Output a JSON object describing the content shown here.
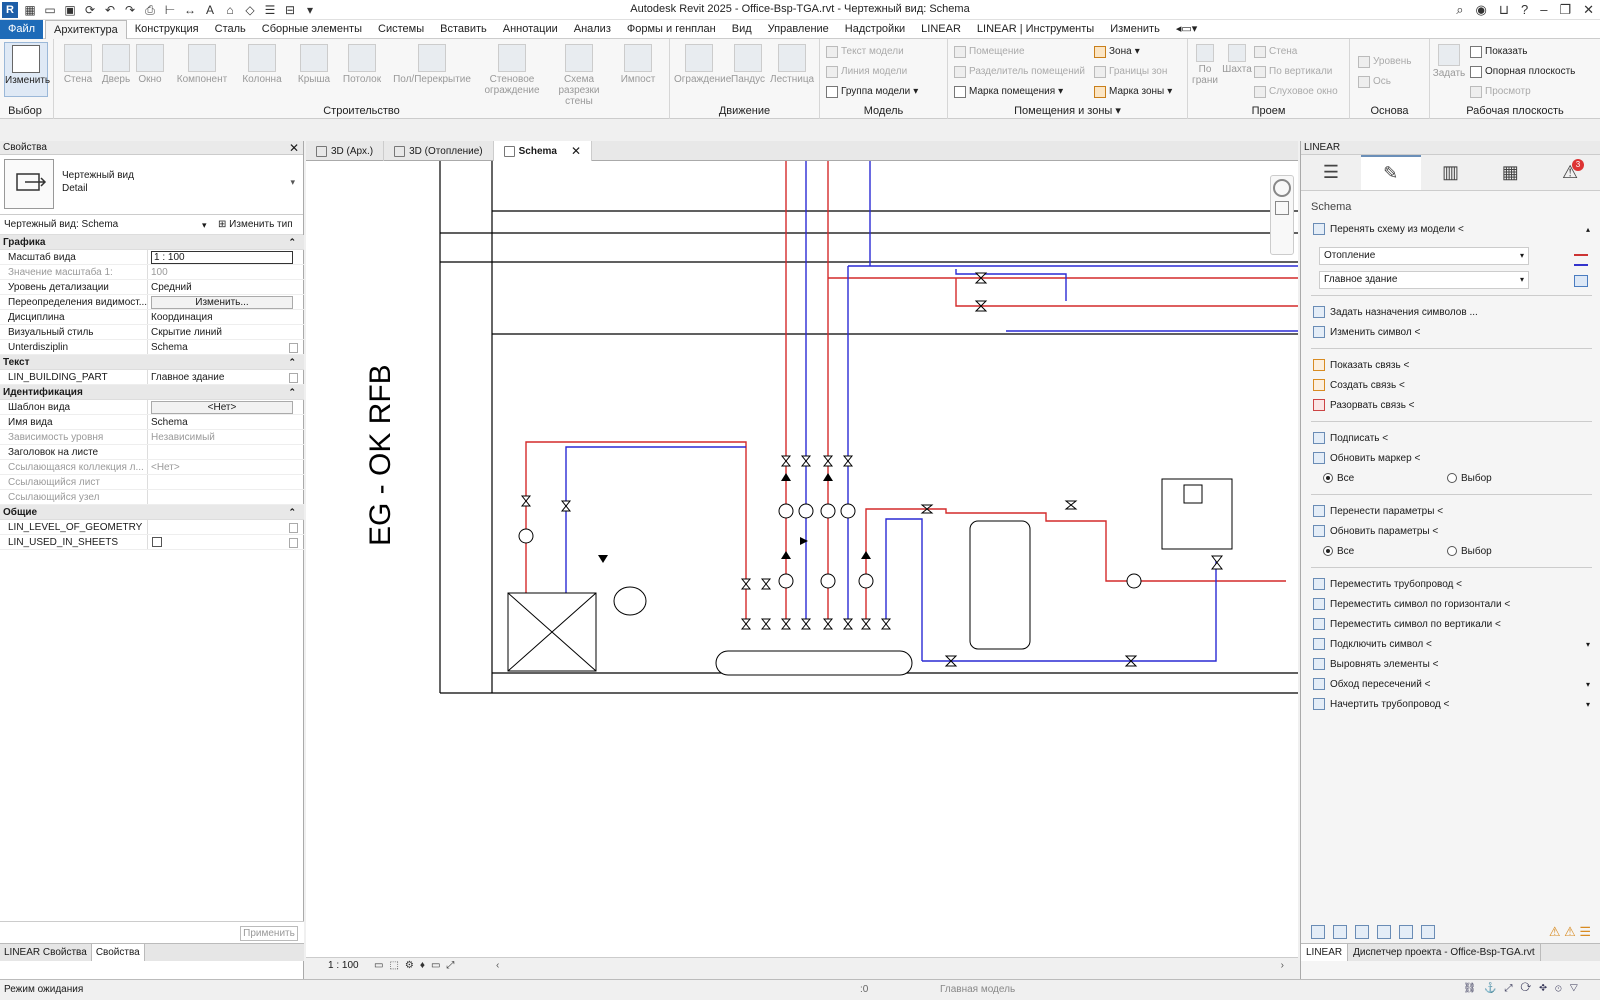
{
  "window": {
    "title": "Autodesk Revit 2025 - Office-Bsp-TGA.rvt - Чертежный вид: Schema",
    "app_letter": "R"
  },
  "menu": {
    "file": "Файл",
    "tabs": [
      "Архитектура",
      "Конструкция",
      "Сталь",
      "Сборные элементы",
      "Системы",
      "Вставить",
      "Аннотации",
      "Анализ",
      "Формы и генплан",
      "Вид",
      "Управление",
      "Надстройки",
      "LINEAR",
      "LINEAR | Инструменты",
      "Изменить"
    ]
  },
  "ribbon": {
    "select": {
      "button": "Изменить",
      "label": "Выбор"
    },
    "build": {
      "label": "Строительство",
      "buttons": [
        "Стена",
        "Дверь",
        "Окно",
        "Компонент",
        "Колонна",
        "Крыша",
        "Потолок",
        "Пол/Перекрытие",
        "Стеновое ограждение",
        "Схема разрезки стены",
        "Импост"
      ]
    },
    "circulation": {
      "label": "Движение",
      "buttons": [
        "Ограждение",
        "Пандус",
        "Лестница"
      ]
    },
    "model": {
      "label": "Модель",
      "buttons": [
        "Текст модели",
        "Линия модели",
        "Группа модели"
      ]
    },
    "rooms": {
      "label": "Помещения и зоны",
      "buttons": [
        "Помещение",
        "Разделитель помещений",
        "Марка помещения",
        "Зона",
        "Границы зон",
        "Марка зоны"
      ]
    },
    "opening": {
      "label": "Проем",
      "buttons": [
        "По грани",
        "Шахта",
        "Стена",
        "По вертикали",
        "Слуховое окно"
      ]
    },
    "datum": {
      "label": "Основа",
      "buttons": [
        "Уровень",
        "Ось"
      ]
    },
    "workplane": {
      "label": "Рабочая плоскость",
      "buttons": [
        "Задать",
        "Показать",
        "Опорная плоскость",
        "Просмотр"
      ]
    }
  },
  "properties": {
    "header": "Свойства",
    "type_line1": "Чертежный вид",
    "type_line2": "Detail",
    "instance": "Чертежный вид: Schema",
    "edit_type": "Изменить тип",
    "categories": [
      {
        "name": "Графика",
        "rows": [
          {
            "k": "Масштаб вида",
            "v": "1 : 100",
            "style": "box"
          },
          {
            "k": "Значение масштаба    1:",
            "v": "100",
            "dis": true
          },
          {
            "k": "Уровень детализации",
            "v": "Средний"
          },
          {
            "k": "Переопределения видимост...",
            "v": "Изменить...",
            "style": "btn"
          },
          {
            "k": "Дисциплина",
            "v": "Координация"
          },
          {
            "k": "Визуальный стиль",
            "v": "Скрытие линий"
          },
          {
            "k": "Unterdisziplin",
            "v": "Schema",
            "cb": true
          }
        ]
      },
      {
        "name": "Текст",
        "rows": [
          {
            "k": "LIN_BUILDING_PART",
            "v": "Главное здание",
            "cb": true
          }
        ]
      },
      {
        "name": "Идентификация",
        "rows": [
          {
            "k": "Шаблон вида",
            "v": "<Нет>",
            "style": "btn"
          },
          {
            "k": "Имя вида",
            "v": "Schema"
          },
          {
            "k": "Зависимость уровня",
            "v": "Независимый",
            "dis": true
          },
          {
            "k": "Заголовок на листе",
            "v": ""
          },
          {
            "k": "Ссылающаяся коллекция л...",
            "v": "<Нет>",
            "dis": true
          },
          {
            "k": "Ссылающийся лист",
            "v": "",
            "dis": true
          },
          {
            "k": "Ссылающийся узел",
            "v": "",
            "dis": true
          }
        ]
      },
      {
        "name": "Общие",
        "rows": [
          {
            "k": "LIN_LEVEL_OF_GEOMETRY",
            "v": "",
            "cb": true
          },
          {
            "k": "LIN_USED_IN_SHEETS",
            "v": "",
            "checkbox": true,
            "cb": true
          }
        ]
      }
    ],
    "apply": "Применить",
    "tabs": [
      "LINEAR Свойства",
      "Свойства"
    ]
  },
  "view_tabs": [
    {
      "label": "3D (Арх.)",
      "active": false
    },
    {
      "label": "3D (Отопление)",
      "active": false
    },
    {
      "label": "Schema",
      "active": true
    }
  ],
  "drawing": {
    "level_label": "EG - OK RFB",
    "pipe_supply": "#d42a2a",
    "pipe_return": "#2a2ad4"
  },
  "view_control": {
    "scale": "1 : 100"
  },
  "linear": {
    "header": "LINEAR",
    "alert_count": "3",
    "view_name": "Schema",
    "adopt": "Перенять схему из модели <",
    "dd1": "Отопление",
    "dd2": "Главное здание",
    "group1": [
      "Задать назначения символов ...",
      "Изменить символ <"
    ],
    "group2": [
      "Показать связь <",
      "Создать связь <",
      "Разорвать связь <"
    ],
    "group3": [
      "Подписать <",
      "Обновить маркер <"
    ],
    "radio_all": "Все",
    "radio_sel": "Выбор",
    "group4": [
      "Перенести параметры <",
      "Обновить параметры <"
    ],
    "group5": [
      "Переместить трубопровод <",
      "Переместить символ по горизонтали <",
      "Переместить символ по вертикали <",
      "Подключить символ <",
      "Выровнять элементы <",
      "Обход пересечений <",
      "Начертить трубопровод <"
    ],
    "bottom_tabs": [
      "LINEAR",
      "Диспетчер проекта - Office-Bsp-TGA.rvt"
    ]
  },
  "status": {
    "text": "Режим ожидания",
    "workset": "Главная модель",
    "counter": ":0"
  }
}
